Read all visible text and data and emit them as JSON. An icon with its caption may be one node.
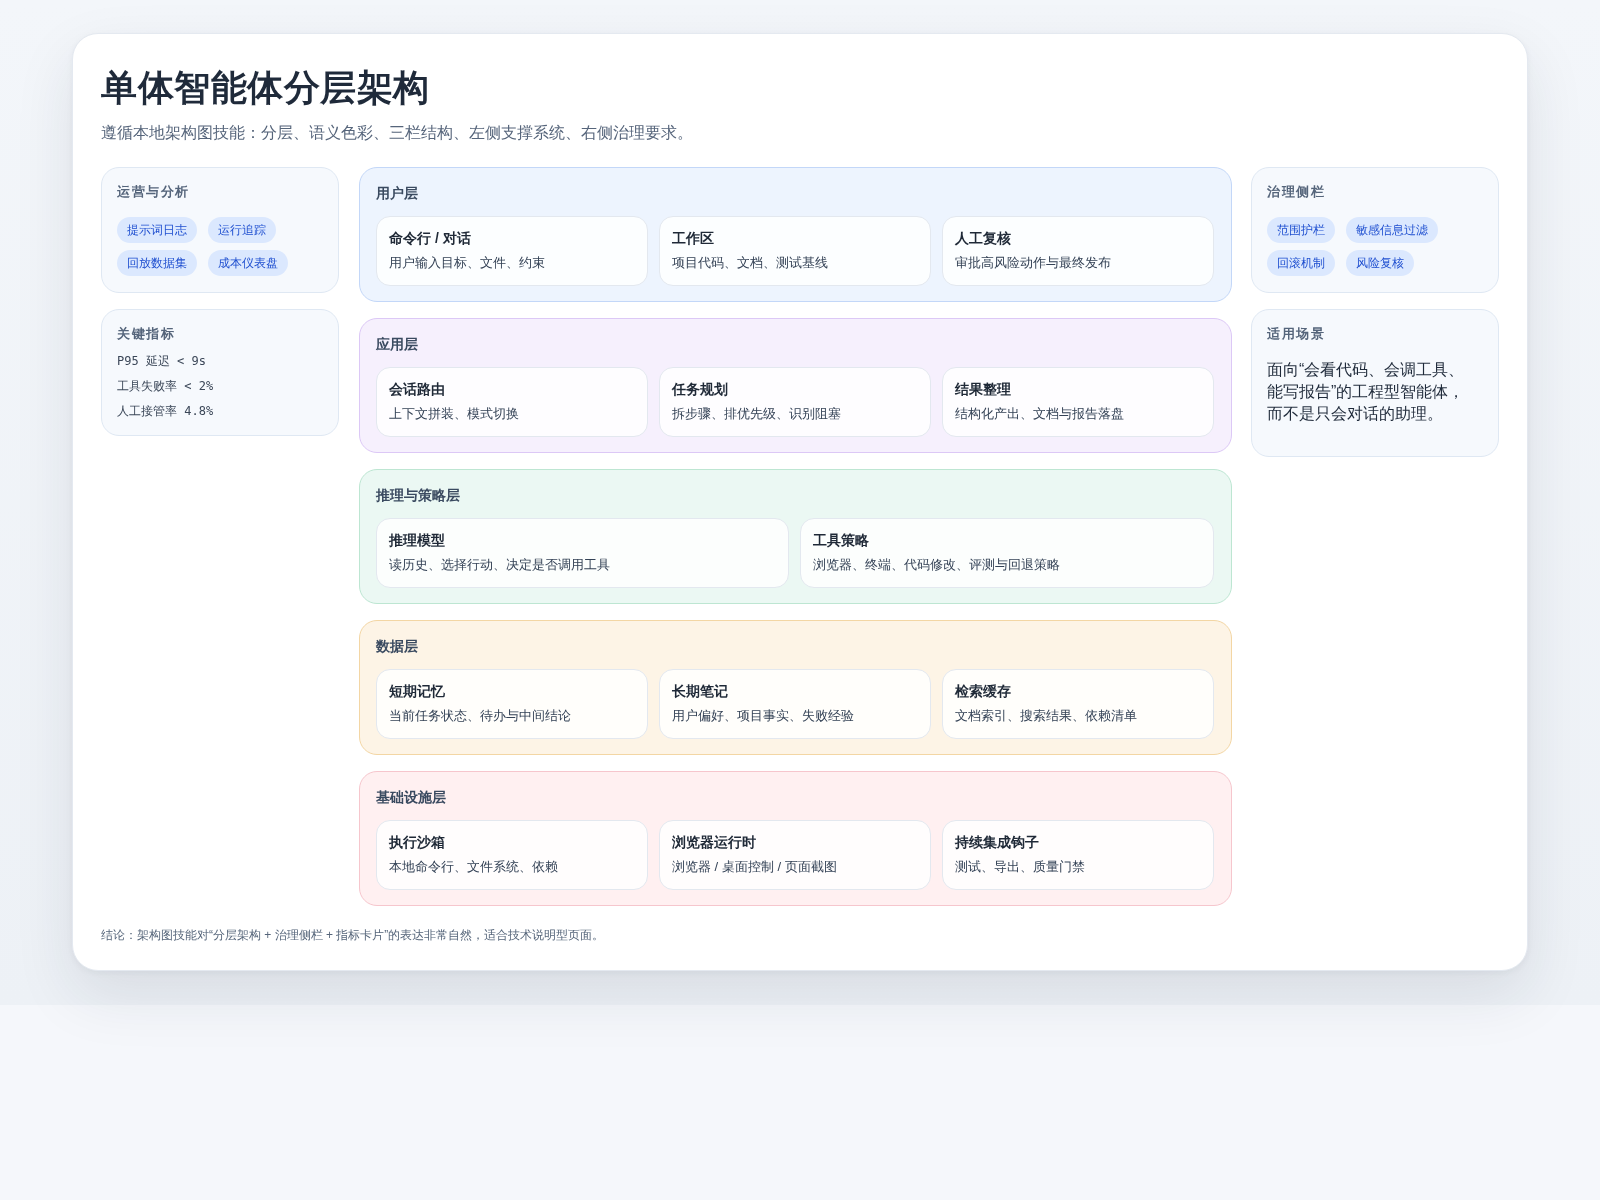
{
  "diagram": {
    "title": "单体智能体分层架构",
    "caption": "结论：架构图技能对“分层架构 + 治理侧栏 + 指标卡片”的表达非常自然，适合技术说明型页面。",
    "nodes": [
      {
        "text": [
          "运营与分析"
        ]
      },
      {
        "text": [
          "提示词日志"
        ],
        "in": 0
      },
      {
        "text": [
          "运行追踪"
        ],
        "in": 0
      },
      {
        "text": [
          "回放数据集"
        ],
        "in": 0
      },
      {
        "text": [
          "成本仪表盘"
        ],
        "in": 0
      },
      {
        "text": [
          "关键指标",
          "P95 延迟 < 9s",
          "工具失败率 < 2%",
          "人工接管率 4.8%"
        ]
      },
      {
        "text": [
          "用户层"
        ]
      },
      {
        "text": [
          "命令行 / 对话",
          "用户输入目标、文件、约束"
        ],
        "in": 6
      },
      {
        "text": [
          "工作区",
          "项目代码、文档、测试基线"
        ],
        "in": 6
      },
      {
        "text": [
          "人工复核",
          "审批高风险动作与最终发布"
        ],
        "in": 6
      },
      {
        "text": [
          "应用层"
        ]
      },
      {
        "text": [
          "会话路由",
          "上下文拼装、模式切换"
        ],
        "in": 10
      },
      {
        "text": [
          "任务规划",
          "拆步骤、排优先级、识别阻塞"
        ],
        "in": 10
      },
      {
        "text": [
          "结果整理",
          "结构化产出、文档与报告落盘"
        ],
        "in": 10
      },
      {
        "text": [
          "推理与策略层"
        ]
      },
      {
        "text": [
          "推理模型",
          "读历史、选择行动、决定是否调用工具"
        ],
        "in": 14
      },
      {
        "text": [
          "工具策略",
          "浏览器、终端、代码修改、评测与回退策略"
        ],
        "in": 14
      },
      {
        "text": [
          "数据层"
        ]
      },
      {
        "text": [
          "短期记忆",
          "当前任务状态、待办与中间结论"
        ],
        "in": 17
      },
      {
        "text": [
          "长期笔记",
          "用户偏好、项目事实、失败经验"
        ],
        "in": 17
      },
      {
        "text": [
          "检索缓存",
          "文档索引、搜索结果、依赖清单"
        ],
        "in": 17
      },
      {
        "text": [
          "基础设施层"
        ]
      },
      {
        "text": [
          "执行沙箱",
          "本地命令行、文件系统、依赖"
        ],
        "in": 21
      },
      {
        "text": [
          "浏览器运行时",
          "浏览器 / 桌面控制 / 页面截图"
        ],
        "in": 21
      },
      {
        "text": [
          "持续集成钩子",
          "测试、导出、质量门禁"
        ],
        "in": 21
      },
      {
        "text": [
          "治理侧栏"
        ]
      },
      {
        "text": [
          "范围护栏"
        ],
        "in": 25
      },
      {
        "text": [
          "敏感信息过滤"
        ],
        "in": 25
      },
      {
        "text": [
          "回滚机制"
        ],
        "in": 25
      },
      {
        "text": [
          "风险复核"
        ],
        "in": 25
      },
      {
        "text": [
          "适用场景",
          "面向“会看代码、会调工具、能写报告”的工程型智能体，而不是只会对话的助理。"
        ]
      }
    ],
    "labels": [
      "遵循本地架构图技能：分层、语义色彩、三栏结构、左侧支撑系统、右侧治理要求。"
    ]
  }
}
